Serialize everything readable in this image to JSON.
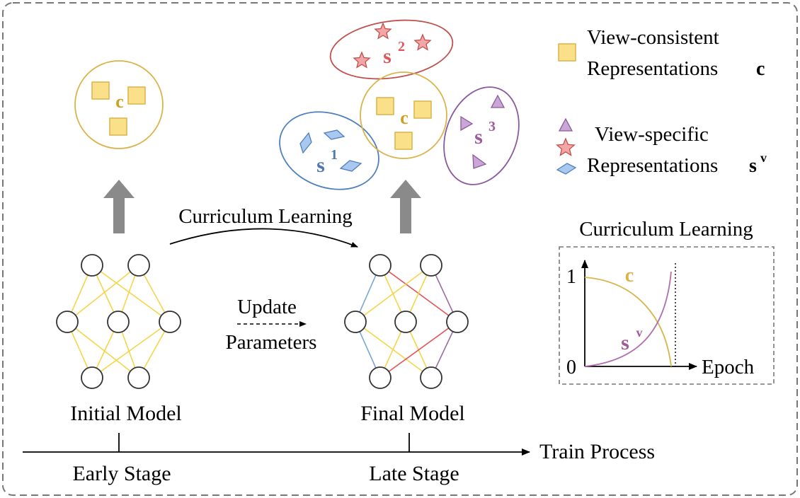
{
  "colors": {
    "yellow_stroke": "#d9b44a",
    "yellow_fill": "#fbe08a",
    "yellow_label": "#c9a227",
    "red_stroke": "#c0504d",
    "red_fill": "#f4a6a6",
    "red_label": "#e0555a",
    "blue_stroke": "#4f7fbf",
    "blue_fill": "#a9c8f0",
    "blue_label": "#5078b0",
    "purple_stroke": "#8a5a9c",
    "purple_fill": "#c9a6d6",
    "purple_label": "#a05a9a",
    "arrow_gray": "#8a8a8a",
    "node_stroke": "#333333",
    "edge_yellow": "#f5d54a",
    "edge_red": "#e0555a",
    "edge_blue": "#7aa6d6",
    "edge_purple": "#9a6aa8",
    "border_gray": "#777777"
  },
  "clusters": {
    "shared_label": "c",
    "view1_label": "s",
    "view1_sup": "1",
    "view2_label": "s",
    "view2_sup": "2",
    "view3_label": "s",
    "view3_sup": "3"
  },
  "legend": {
    "consistent_line1": "View-consistent",
    "consistent_line2": "Representations",
    "consistent_symbol": "c",
    "specific_line1": "View-specific",
    "specific_line2": "Representations",
    "specific_symbol": "s",
    "specific_sup": "v",
    "icons": [
      "square-icon",
      "triangle-icon",
      "star-icon",
      "diamond-icon"
    ]
  },
  "middle": {
    "curriculum_label": "Curriculum Learning",
    "update_line1": "Update",
    "update_line2": "Parameters"
  },
  "models": {
    "initial_label": "Initial Model",
    "final_label": "Final Model"
  },
  "timeline": {
    "axis_label": "Train Process",
    "early_label": "Early Stage",
    "late_label": "Late Stage"
  },
  "inset": {
    "title": "Curriculum Learning",
    "y_top": "1",
    "y_zero": "0",
    "x_label": "Epoch",
    "c_label": "c",
    "s_label": "s",
    "s_sup": "v"
  }
}
